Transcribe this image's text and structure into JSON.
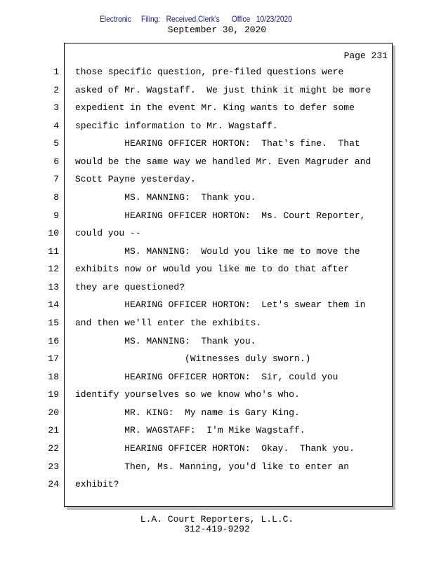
{
  "stamp": "Electronic     Filing:   Received,Clerk's      Office   10/23/2020",
  "date": "September 30, 2020",
  "page_label": "Page 231",
  "lines": [
    "those specific question, pre-filed questions were",
    "asked of Mr. Wagstaff.  We just think it might be more",
    "expedient in the event Mr. King wants to defer some",
    "specific information to Mr. Wagstaff.",
    "         HEARING OFFICER HORTON:  That's fine.  That",
    "would be the same way we handled Mr. Even Magruder and",
    "Scott Payne yesterday.",
    "         MS. MANNING:  Thank you.",
    "         HEARING OFFICER HORTON:  Ms. Court Reporter,",
    "could you --",
    "         MS. MANNING:  Would you like me to move the",
    "exhibits now or would you like me to do that after",
    "they are questioned?",
    "         HEARING OFFICER HORTON:  Let's swear them in",
    "and then we'll enter the exhibits.",
    "         MS. MANNING:  Thank you.",
    "                    (Witnesses duly sworn.)",
    "         HEARING OFFICER HORTON:  Sir, could you",
    "identify yourselves so we know who's who.",
    "         MR. KING:  My name is Gary King.",
    "         MR. WAGSTAFF:  I'm Mike Wagstaff.",
    "         HEARING OFFICER HORTON:  Okay.  Thank you.",
    "         Then, Ms. Manning, you'd like to enter an",
    "exhibit?"
  ],
  "footer": {
    "company": "L.A. Court Reporters, L.L.C.",
    "phone": "312-419-9292"
  }
}
